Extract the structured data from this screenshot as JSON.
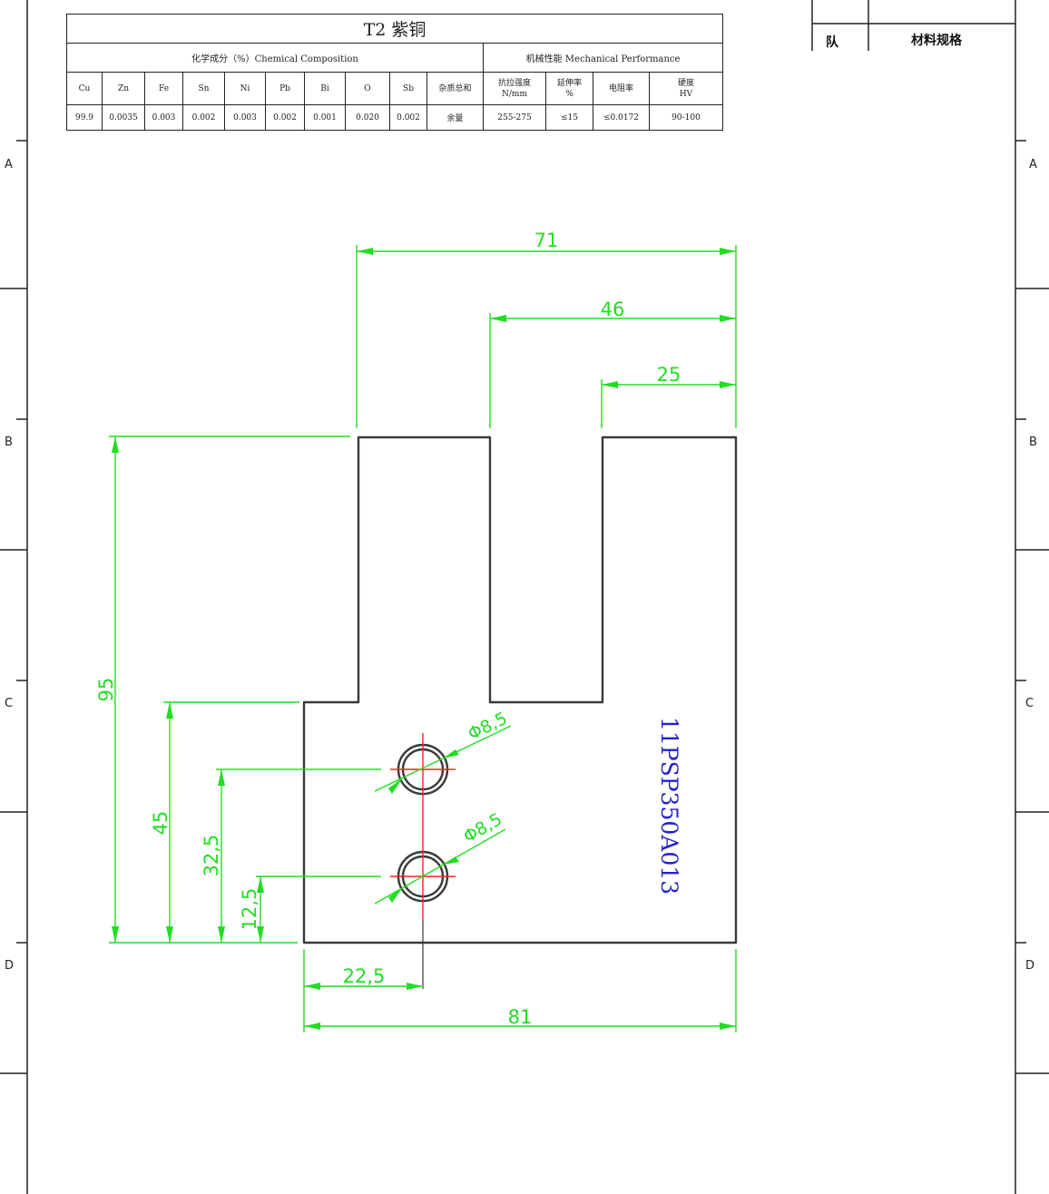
{
  "spec_table": {
    "title": "T2 紫铜",
    "chem_header": "化学成分（%）Chemical Composition",
    "mech_header": "机械性能 Mechanical Performance",
    "elements": [
      "Cu",
      "Zn",
      "Fe",
      "Sn",
      "Ni",
      "Pb",
      "Bi",
      "O",
      "Sb",
      "杂质总和"
    ],
    "chem_values": [
      "99.9",
      "0.0035",
      "0.003",
      "0.002",
      "0.003",
      "0.002",
      "0.001",
      "0.020",
      "0.002",
      "余量"
    ],
    "mech_heads": [
      {
        "line1": "抗拉强度",
        "line2": "N/mm"
      },
      {
        "line1": "延伸率",
        "line2": "%"
      },
      {
        "line1": "电阻率",
        "line2": ""
      },
      {
        "line1": "硬度",
        "line2": "HV"
      }
    ],
    "mech_values": [
      "255-275",
      "≤15",
      "≤0.0172",
      "90-100"
    ]
  },
  "title_block": {
    "label_left": "队",
    "label_right": "材料规格"
  },
  "zones": {
    "left": [
      "A",
      "B",
      "C",
      "D"
    ],
    "right": [
      "A",
      "B",
      "C",
      "D"
    ]
  },
  "drawing": {
    "dims": {
      "top_overall": "71",
      "top_slot_offset": "46",
      "top_right_tab": "25",
      "left_height": "95",
      "left_body": "45",
      "hole_upper_height": "32,5",
      "hole_lower_height": "12,5",
      "hole_x_offset": "22,5",
      "bottom_width": "81",
      "hole_upper_dia": "Φ8,5",
      "hole_lower_dia": "Φ8,5"
    },
    "part_number": "11PSP350A013"
  },
  "colors": {
    "dimension": "#22dd22",
    "center": "#ff2222",
    "outline": "#3a3a3a",
    "part_number": "#2222cc"
  }
}
